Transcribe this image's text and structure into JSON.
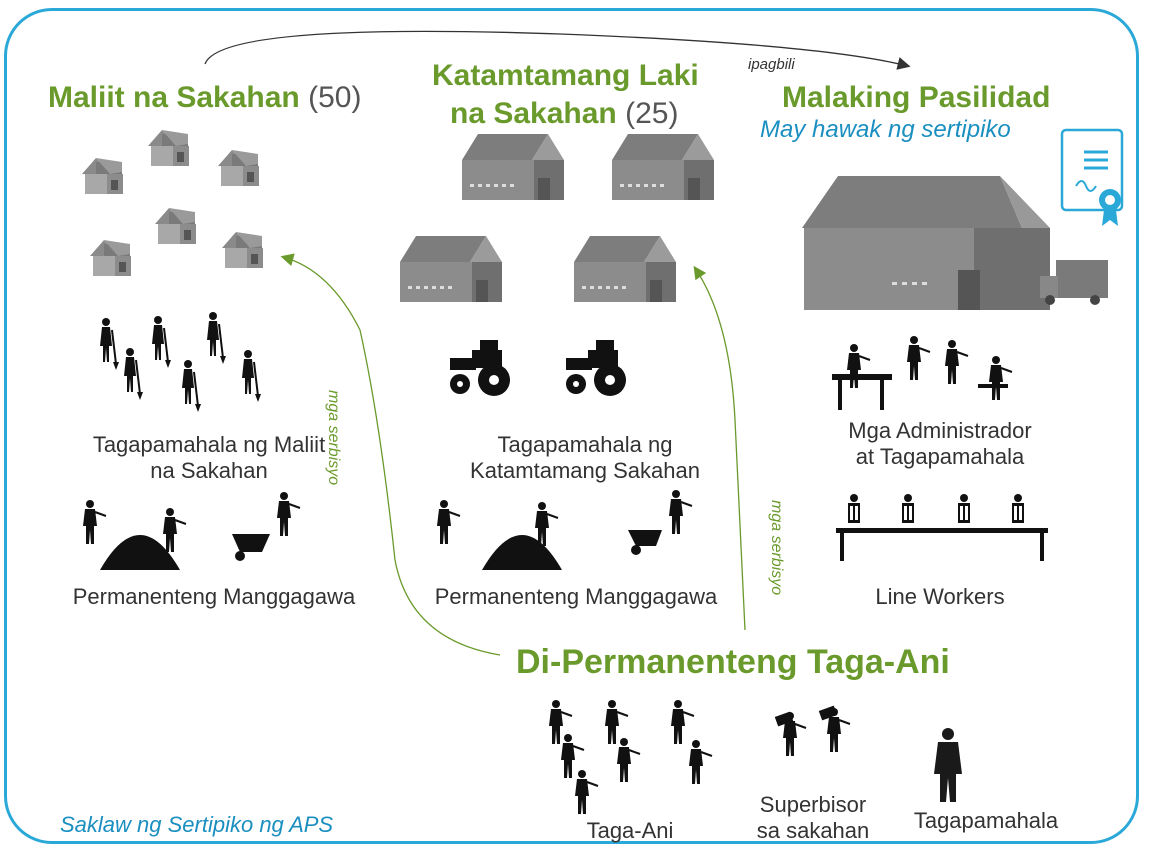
{
  "sections": {
    "small": {
      "title": "Maliit na Sakahan",
      "count": "(50)"
    },
    "medium": {
      "title_line1": "Katamtamang Laki",
      "title_line2": "na Sakahan",
      "count": "(25)"
    },
    "large": {
      "title": "Malaking Pasilidad",
      "subtitle": "May hawak ng sertipiko"
    }
  },
  "arrows": {
    "top": "ipagbili",
    "services": "mga serbisyo"
  },
  "labels": {
    "small_managers_1": "Tagapamahala ng Maliit",
    "small_managers_2": "na Sakahan",
    "small_workers": "Permanenteng Manggagawa",
    "medium_managers_1": "Tagapamahala ng",
    "medium_managers_2": "Katamtamang Sakahan",
    "medium_workers": "Permanenteng Manggagawa",
    "admins_1": "Mga Administrador",
    "admins_2": "at Tagapamahala",
    "line_workers": "Line Workers"
  },
  "harvest": {
    "title": "Di-Permanenteng Taga-Ani",
    "pickers": "Taga-Ani",
    "supervisor_1": "Superbisor",
    "supervisor_2": "sa sakahan",
    "manager": "Tagapamahala"
  },
  "scope": "Saklaw ng Sertipiko ng APS",
  "icons": [
    "house-icon",
    "barn-icon",
    "warehouse-icon",
    "truck-icon",
    "certificate-icon",
    "farmer-shovel-icon",
    "tractor-icon",
    "harvest-worker-icon",
    "wheelbarrow-icon",
    "office-worker-icon",
    "line-worker-icon",
    "picker-icon",
    "supervisor-icon",
    "manager-icon"
  ],
  "colors": {
    "accent_green": "#6a9a2c",
    "frame_blue": "#2aa8d8",
    "icon_gray": "#6e6e6e",
    "icon_dark": "#1a1a1a"
  }
}
